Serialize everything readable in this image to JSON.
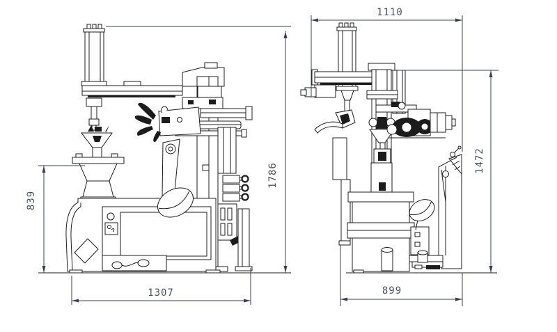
{
  "colors": {
    "line": "#1c1c1c",
    "dimension_text": "#4a5160",
    "background": "#ffffff"
  },
  "dimensions": {
    "left_view": {
      "turntable_height": "839",
      "overall_height": "1786",
      "overall_width": "1307"
    },
    "right_view": {
      "overall_width": "1110",
      "column_height": "1472",
      "base_depth": "899"
    }
  }
}
